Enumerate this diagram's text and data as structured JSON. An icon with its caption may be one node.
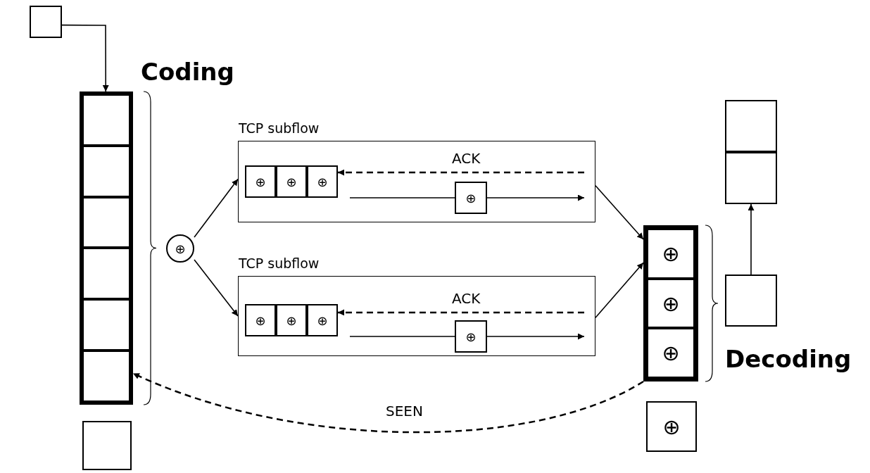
{
  "diagram": {
    "nodes": [
      {
        "text": [],
        "shape": "box"
      },
      {
        "text": [],
        "shape": "box"
      },
      {
        "text": [],
        "shape": "box",
        "in": 1
      },
      {
        "text": [],
        "shape": "box",
        "in": 1
      },
      {
        "text": [],
        "shape": "box",
        "in": 1
      },
      {
        "text": [],
        "shape": "box",
        "in": 1
      },
      {
        "text": [],
        "shape": "box",
        "in": 1
      },
      {
        "text": [],
        "shape": "box",
        "in": 1
      },
      {
        "text": [],
        "shape": "box"
      },
      {
        "text": [
          "⊕"
        ]
      },
      {
        "text": [
          "TCP subflow"
        ]
      },
      {
        "text": [
          "⊕"
        ],
        "in": 10
      },
      {
        "text": [
          "⊕"
        ],
        "in": 10
      },
      {
        "text": [
          "⊕"
        ],
        "in": 10
      },
      {
        "text": [
          "⊕"
        ],
        "in": 10
      },
      {
        "text": [
          "TCP subflow"
        ]
      },
      {
        "text": [
          "⊕"
        ],
        "in": 15
      },
      {
        "text": [
          "⊕"
        ],
        "in": 15
      },
      {
        "text": [
          "⊕"
        ],
        "in": 15
      },
      {
        "text": [
          "⊕"
        ],
        "in": 15
      },
      {
        "text": [],
        "shape": "box"
      },
      {
        "text": [
          "⊕"
        ],
        "in": 20
      },
      {
        "text": [
          "⊕"
        ],
        "in": 20
      },
      {
        "text": [
          "⊕"
        ],
        "in": 20
      },
      {
        "text": [
          "⊕"
        ]
      },
      {
        "text": [],
        "shape": "box"
      },
      {
        "text": [],
        "shape": "box"
      },
      {
        "text": [],
        "shape": "box"
      }
    ],
    "edges": [
      {
        "from": 0,
        "to": 1,
        "arrow": "to"
      },
      {
        "from": 9,
        "to": 10,
        "arrow": "to"
      },
      {
        "from": 9,
        "to": 15,
        "arrow": "to"
      },
      {
        "from": null,
        "to": 13,
        "arrow": "to",
        "style": "dashed",
        "label": "ACK"
      },
      {
        "from": null,
        "to": 14,
        "arrow": "none"
      },
      {
        "from": 14,
        "to": null,
        "arrow": "to"
      },
      {
        "from": null,
        "to": 18,
        "arrow": "to",
        "style": "dashed",
        "label": "ACK"
      },
      {
        "from": null,
        "to": 19,
        "arrow": "none"
      },
      {
        "from": 19,
        "to": null,
        "arrow": "to"
      },
      {
        "from": 10,
        "to": 20,
        "arrow": "to"
      },
      {
        "from": 15,
        "to": 20,
        "arrow": "to"
      },
      {
        "from": 20,
        "to": 1,
        "arrow": "to",
        "style": "dashed",
        "label": "SEEN"
      },
      {
        "from": 25,
        "to": 27,
        "arrow": "to"
      }
    ],
    "labels": [
      "Coding",
      "Decoding"
    ]
  }
}
